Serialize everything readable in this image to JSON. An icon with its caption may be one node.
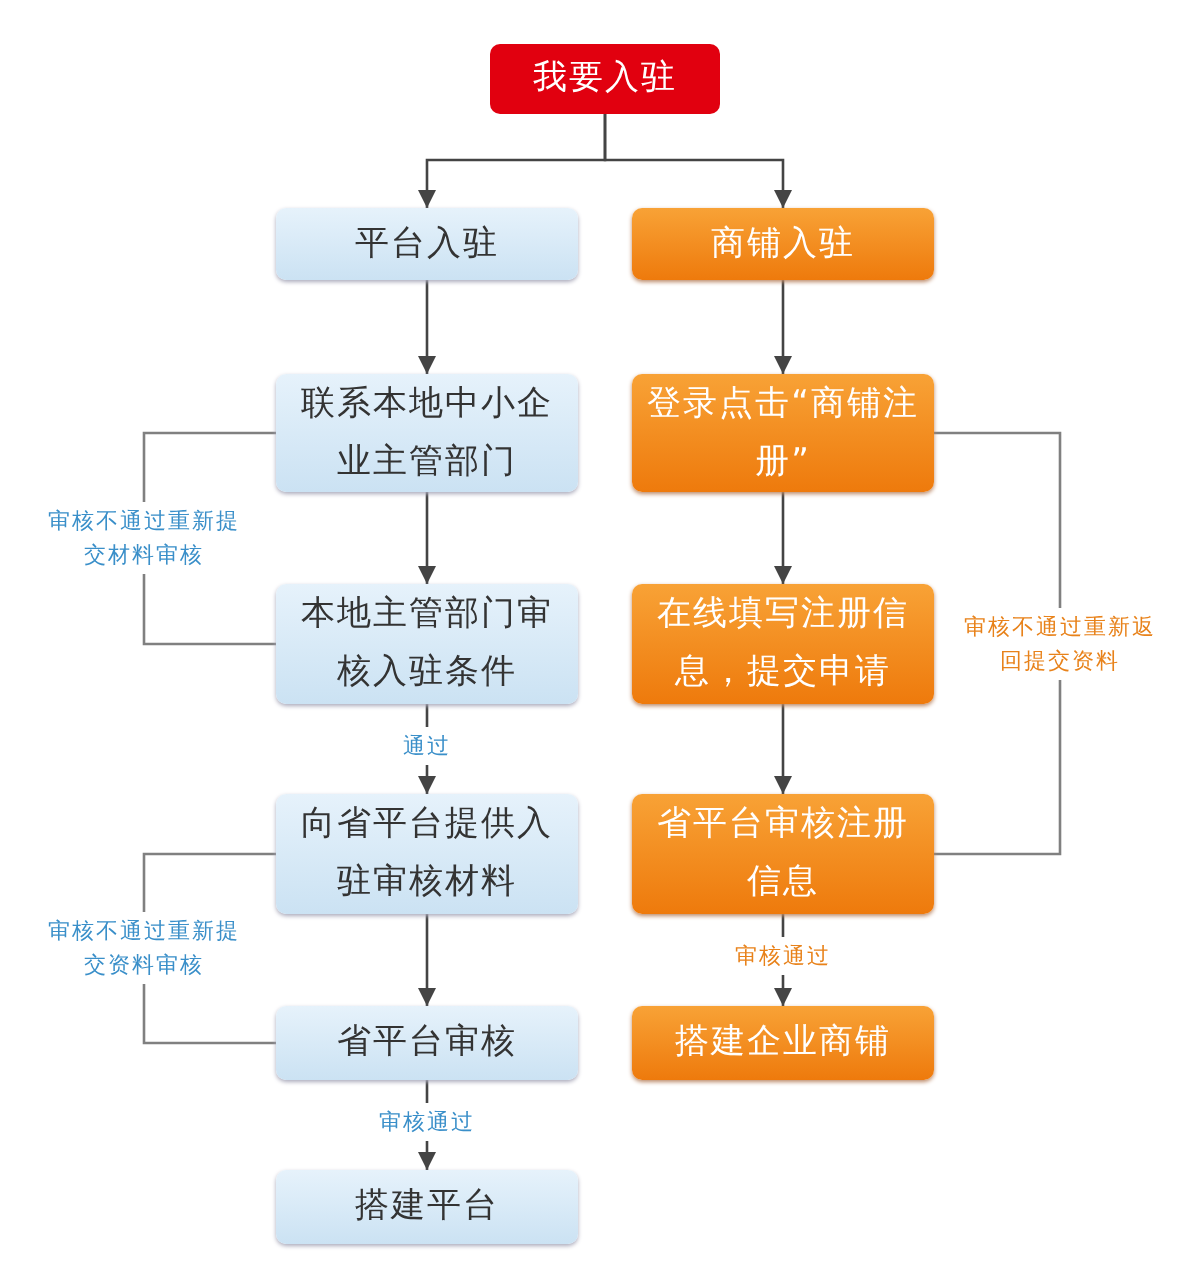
{
  "diagram": {
    "nodes": [
      {
        "text": [
          "我要入驻"
        ]
      },
      {
        "text": [
          "平台入驻"
        ]
      },
      {
        "text": [
          "商铺入驻"
        ]
      },
      {
        "text": [
          "联系本地中小企业主管部门"
        ]
      },
      {
        "text": [
          "本地主管部门审核入驻条件"
        ]
      },
      {
        "text": [
          "向省平台提供入驻审核材料"
        ]
      },
      {
        "text": [
          "省平台审核"
        ]
      },
      {
        "text": [
          "搭建平台"
        ]
      },
      {
        "text": [
          "登录点击“商铺注册”"
        ]
      },
      {
        "text": [
          "在线填写注册信息，提交申请"
        ]
      },
      {
        "text": [
          "省平台审核注册信息"
        ]
      },
      {
        "text": [
          "搭建企业商铺"
        ]
      }
    ],
    "edges": [
      {
        "from": 0,
        "to": 1,
        "arrow": "to"
      },
      {
        "from": 0,
        "to": 2,
        "arrow": "to"
      },
      {
        "from": 1,
        "to": 3,
        "arrow": "to"
      },
      {
        "from": 3,
        "to": 4,
        "arrow": "to"
      },
      {
        "from": 4,
        "to": 3,
        "arrow": "none",
        "label": "审核不通过重新提交材料审核",
        "color": "#808080"
      },
      {
        "from": 4,
        "to": 5,
        "arrow": "to",
        "label": "通过"
      },
      {
        "from": 5,
        "to": 6,
        "arrow": "to"
      },
      {
        "from": 6,
        "to": 5,
        "arrow": "none",
        "label": "审核不通过重新提交资料审核",
        "color": "#808080"
      },
      {
        "from": 6,
        "to": 7,
        "arrow": "to",
        "label": "审核通过"
      },
      {
        "from": 2,
        "to": 8,
        "arrow": "to"
      },
      {
        "from": 8,
        "to": 9,
        "arrow": "to"
      },
      {
        "from": 9,
        "to": 10,
        "arrow": "to"
      },
      {
        "from": 10,
        "to": 8,
        "arrow": "none",
        "label": "审核不通过重新返回提交资料",
        "color": "#808080"
      },
      {
        "from": 10,
        "to": 11,
        "arrow": "to",
        "label": "审核通过"
      }
    ]
  }
}
